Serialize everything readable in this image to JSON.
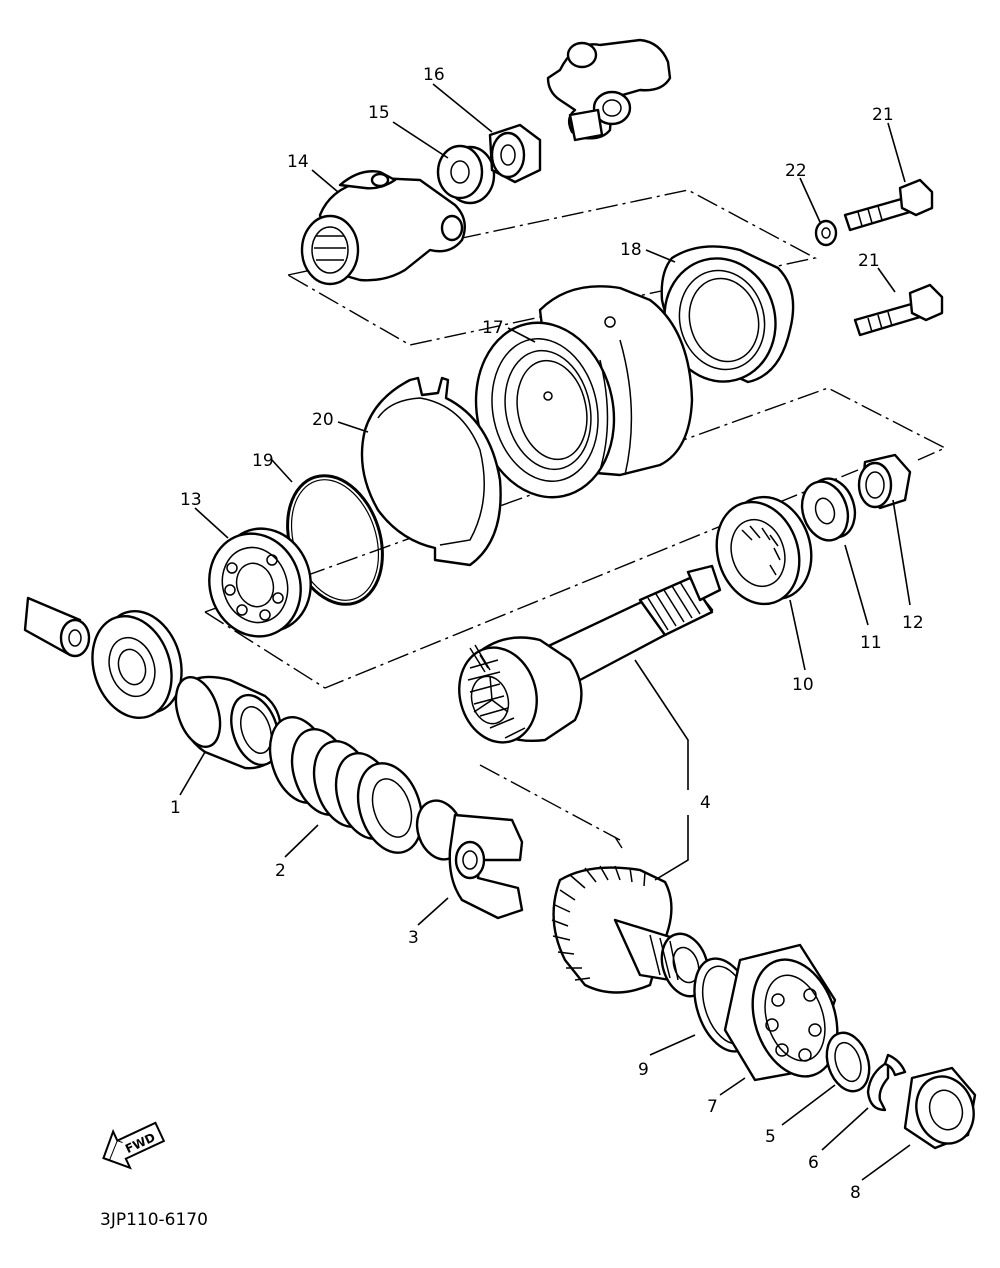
{
  "diagram": {
    "document_code": "3JP110-6170",
    "fwd_label": "FWD",
    "callouts": [
      "1",
      "2",
      "3",
      "4",
      "5",
      "6",
      "7",
      "8",
      "9",
      "10",
      "11",
      "12",
      "13",
      "14",
      "15",
      "16",
      "17",
      "18",
      "19",
      "20",
      "21",
      "21",
      "22"
    ]
  }
}
